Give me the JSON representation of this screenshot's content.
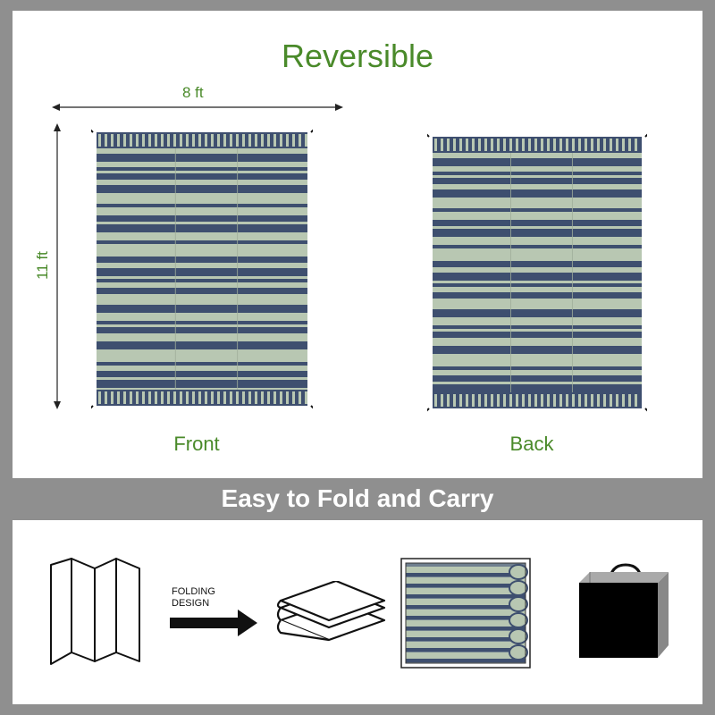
{
  "top": {
    "title": "Reversible",
    "width_label": "8 ft",
    "height_label": "11 ft",
    "front_label": "Front",
    "back_label": "Back"
  },
  "banner": {
    "text": "Easy to Fold and Carry"
  },
  "bottom": {
    "folding_line1": "FOLDING",
    "folding_line2": "DESIGN",
    "icons": [
      "folding-screen-icon",
      "arrow-right-icon",
      "folded-stack-icon",
      "folded-mat-photo",
      "carry-bag-icon"
    ]
  },
  "colors": {
    "background": "#8f8f8f",
    "accent_green": "#4a8a2a",
    "stripe_navy": "#3e4f6f",
    "stripe_sage": "#b8c7b2"
  }
}
